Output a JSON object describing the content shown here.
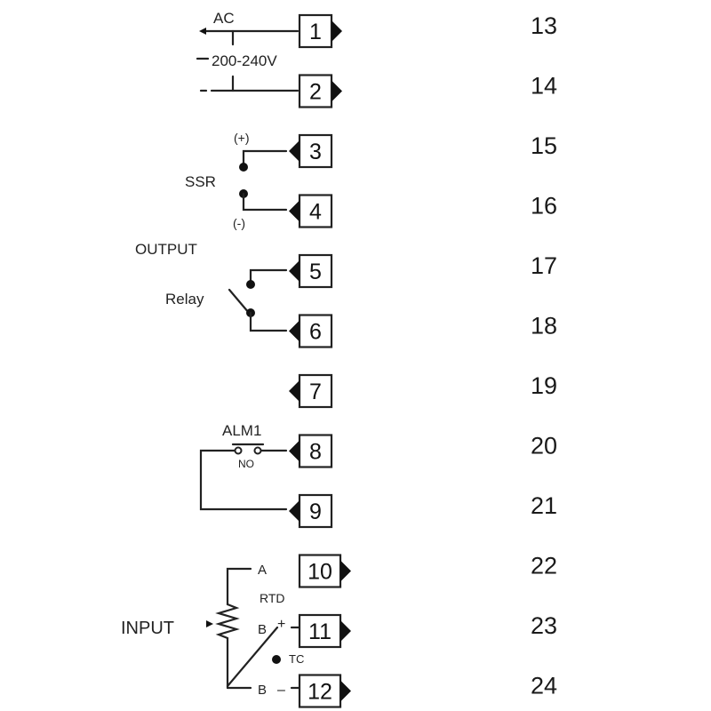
{
  "terminals_left": [
    {
      "num": "1",
      "arrow": "right"
    },
    {
      "num": "2",
      "arrow": "right"
    },
    {
      "num": "3",
      "arrow": "left"
    },
    {
      "num": "4",
      "arrow": "left"
    },
    {
      "num": "5",
      "arrow": "left"
    },
    {
      "num": "6",
      "arrow": "left"
    },
    {
      "num": "7",
      "arrow": "left"
    },
    {
      "num": "8",
      "arrow": "left"
    },
    {
      "num": "9",
      "arrow": "left"
    },
    {
      "num": "10",
      "arrow": "right"
    },
    {
      "num": "11",
      "arrow": "right"
    },
    {
      "num": "12",
      "arrow": "right"
    }
  ],
  "terminals_right": [
    "13",
    "14",
    "15",
    "16",
    "17",
    "18",
    "19",
    "20",
    "21",
    "22",
    "23",
    "24"
  ],
  "labels": {
    "ac": "AC",
    "voltage": "200-240V",
    "ssr_plus": "(+)",
    "ssr": "SSR",
    "ssr_minus": "(-)",
    "output": "OUTPUT",
    "relay": "Relay",
    "alm1": "ALM1",
    "no": "NO",
    "rtd_a": "A",
    "rtd": "RTD",
    "rtd_b1": "B",
    "plus": "+",
    "input": "INPUT",
    "tc": "TC",
    "rtd_b2": "B",
    "minus": "–"
  }
}
